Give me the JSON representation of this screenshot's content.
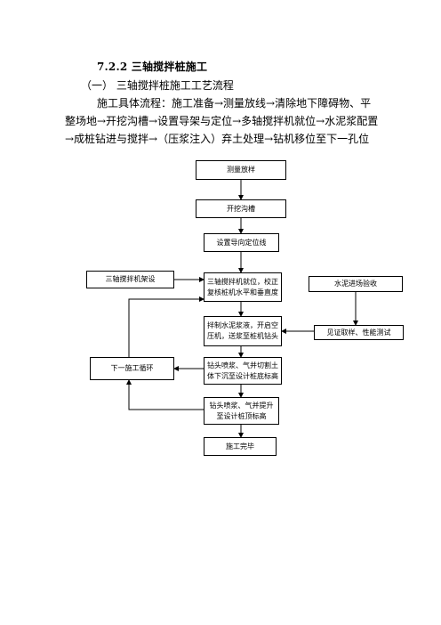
{
  "section": {
    "heading": "7.2.2  三轴搅拌桩施工",
    "subheading": "（一） 三轴搅拌桩施工工艺流程",
    "paragraph": "施工具体流程：施工准备→测量放线→清除地下障碍物、平整场地→开挖沟槽→设置导架与定位→多轴搅拌机就位→水泥浆配置→成桩钻进与搅拌→（压浆注入）弃土处理→钻机移位至下一孔位"
  },
  "flowchart": {
    "steps": [
      "测量放样",
      "开挖沟槽",
      "设置导向定位线",
      "三轴搅拌机就位，校正复核桩机水平和垂直度",
      "拌制水泥浆液，开启空压机，送浆至桩机钻头",
      "钻头喷浆、气并切割土体下沉至设计桩底标高",
      "钻头喷浆、气并提升至设计桩顶标高",
      "施工完毕"
    ],
    "side_left": {
      "setup": "三轴搅拌机架设",
      "next_cycle": "下一施工循环"
    },
    "side_right": {
      "cement_check": "水泥进场验收",
      "sampling": "见证取样、性能测试"
    }
  }
}
